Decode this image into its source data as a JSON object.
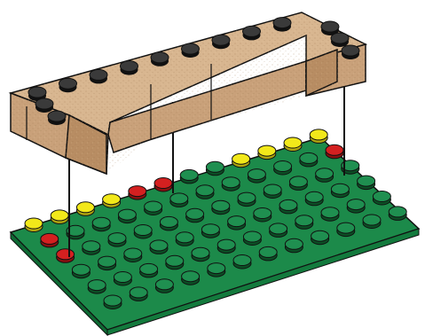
{
  "diagram": {
    "baseplate": {
      "columns": 12,
      "rows": 6,
      "colors": {
        "top": "#1c8a4a",
        "front": "#0e6a33",
        "side": "#137a3d",
        "stud": "#1f8f50",
        "outline": "#111111"
      },
      "yellow_studs": [
        [
          0,
          0
        ],
        [
          0,
          1
        ],
        [
          0,
          2
        ],
        [
          0,
          3
        ],
        [
          0,
          8
        ],
        [
          0,
          9
        ],
        [
          0,
          10
        ],
        [
          0,
          11
        ]
      ],
      "red_studs": [
        [
          1,
          0
        ],
        [
          0,
          4
        ],
        [
          0,
          5
        ],
        [
          1,
          11
        ],
        [
          2,
          0
        ]
      ]
    },
    "brick": {
      "color": {
        "top": "#d8b690",
        "front": "#c9a17a",
        "side": "#b88d63",
        "stud": "#2a2a2a"
      },
      "shape": "U-shaped brick assembly, open side toward front-left"
    },
    "connectors": {
      "count": 3,
      "color": "#111111"
    }
  }
}
